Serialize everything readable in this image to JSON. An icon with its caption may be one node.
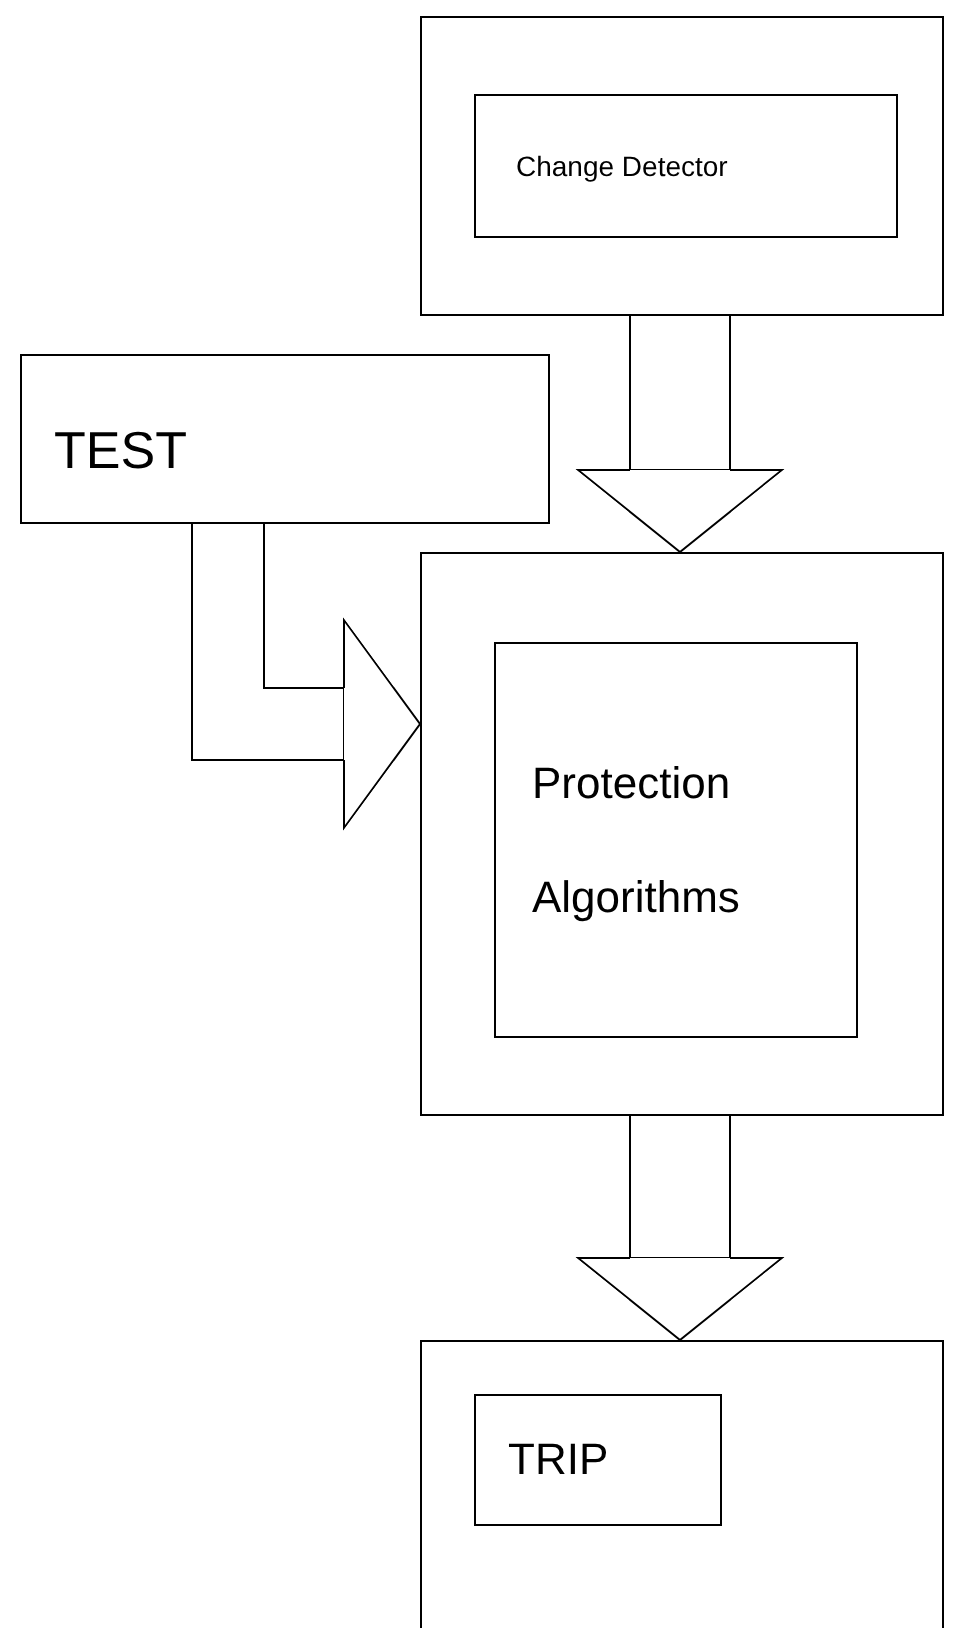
{
  "diagram": {
    "nodes": [
      {
        "text": [],
        "shape": "box"
      },
      {
        "text": [
          "Change Detector"
        ],
        "in": 0
      },
      {
        "text": [
          "TEST"
        ]
      },
      {
        "text": [],
        "shape": "box"
      },
      {
        "text": [
          "Protection Algorithms"
        ],
        "in": 3
      },
      {
        "text": [],
        "shape": "box"
      },
      {
        "text": [
          "TRIP"
        ],
        "in": 5
      }
    ],
    "edges": [
      {
        "from": 0,
        "to": 3,
        "arrow": "to"
      },
      {
        "from": 2,
        "to": 3,
        "arrow": "to"
      },
      {
        "from": 3,
        "to": 5,
        "arrow": "to"
      }
    ]
  }
}
